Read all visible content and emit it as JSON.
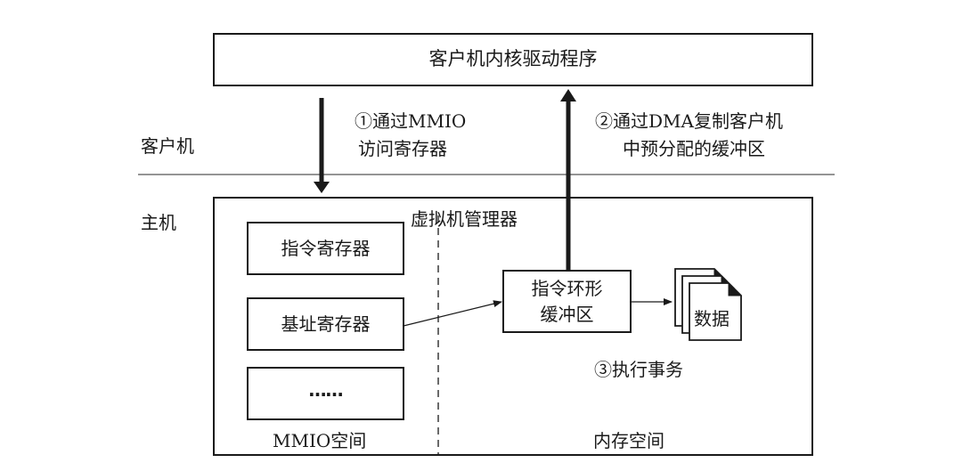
{
  "guest_driver": "客户机内核驱动程序",
  "step1": {
    "line1": "①通过MMIO",
    "line2": "访问寄存器"
  },
  "step2": {
    "line1": "②通过DMA复制客户机",
    "line2": "中预分配的缓冲区"
  },
  "guest_label": "客户机",
  "host_label": "主机",
  "vmm_label": "虚拟机管理器",
  "registers": {
    "cmd": "指令寄存器",
    "base": "基址寄存器",
    "more": "……"
  },
  "ring_buffer": {
    "line1": "指令环形",
    "line2": "缓冲区"
  },
  "data_label": "数据",
  "step3": "③执行事务",
  "mmio_space": "MMIO空间",
  "memory_space": "内存空间"
}
